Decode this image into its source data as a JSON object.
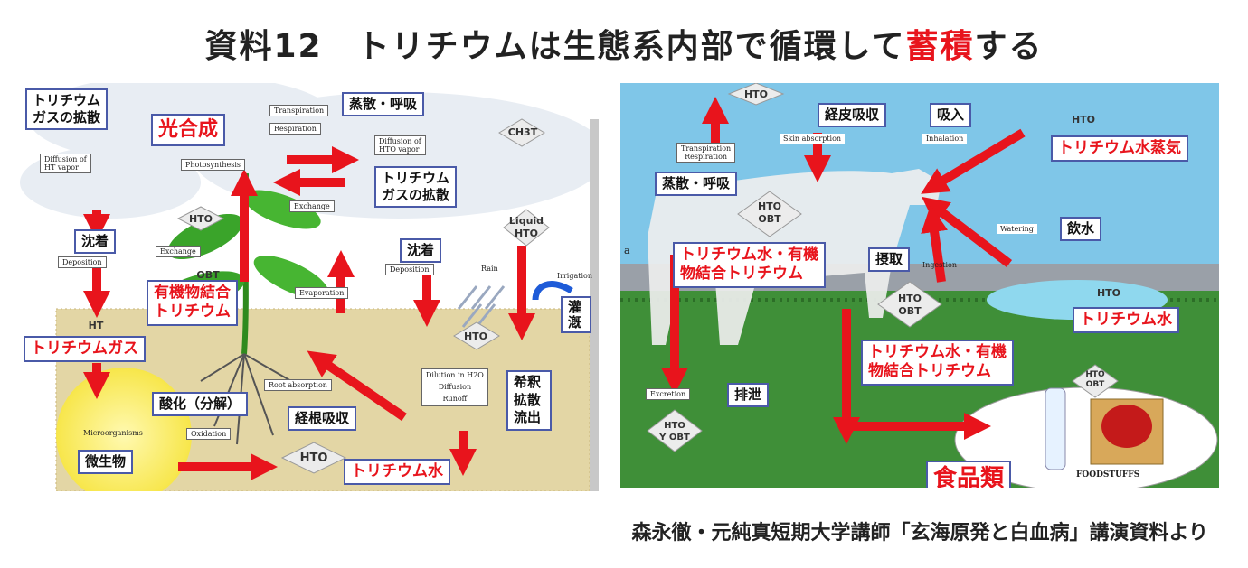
{
  "title": {
    "main": "資料12　トリチウムは生態系内部で循環して",
    "accent": "蓄積",
    "tail": "する"
  },
  "credit": "森永徹・元純真短期大学講師「玄海原発と白血病」講演資料より",
  "left": {
    "gas_diffusion_jp": "トリチウム\nガスの拡散",
    "gas_diffusion_en": "Diffusion of\nHT vapor",
    "photosynthesis_jp": "光合成",
    "photosynthesis_en": "Photosynthesis",
    "transpiration_en": "Transpiration",
    "respiration_en": "Respiration",
    "transpiration_jp": "蒸散・呼吸",
    "hto_diffusion_en": "Diffusion of\nHTO vapor",
    "hto_diffusion_jp": "トリチウム\nガスの拡散",
    "exchange_en": "Exchange",
    "ch3t": "CH3T",
    "hto_1": "HTO",
    "exchange_small": "Exchange",
    "obt": "OBT",
    "deposition_jp_1": "沈着",
    "deposition_en_1": "Deposition",
    "deposition_jp_2": "沈着",
    "deposition_en_2": "Deposition",
    "liquid_hto": "Liquid\nHTO",
    "rain": "Rain",
    "irrigation_en": "Irrigation",
    "irrigation_jp": "灌漑",
    "evaporation_en": "Evaporation",
    "organic_jp": "有機物結合\nトリチウム",
    "ht": "HT",
    "tritium_gas_jp": "トリチウムガス",
    "hto_2": "HTO",
    "dilution_en": "Dilution in H2O\nDiffusion\nRunoff",
    "dilution_jp": "希釈\n拡散\n流出",
    "root_absorption_en": "Root absorption",
    "root_absorption_jp": "経根吸収",
    "oxidation_jp": "酸化（分解）",
    "oxidation_en": "Oxidation",
    "microorganisms_en": "Microorganisms",
    "microorganisms_jp": "微生物",
    "hto_3": "HTO",
    "tritiated_water_jp": "トリチウム水"
  },
  "right": {
    "hto_top": "HTO",
    "transpiration_en": "Transpiration\nRespiration",
    "transpiration_jp": "蒸散・呼吸",
    "skin_jp": "経皮吸収",
    "skin_en": "Skin absorption",
    "inhalation_jp": "吸入",
    "inhalation_en": "Inhalation",
    "vapor_hto": "HTO",
    "vapor_jp": "トリチウム水蒸気",
    "cow_hto_obt": "HTO\nOBT",
    "watering_en": "Watering",
    "watering_jp": "飲水",
    "organic_jp_1": "トリチウム水・有機\n物結合トリチウム",
    "ingestion_jp": "摂取",
    "ingestion_en": "Ingestion",
    "hto_obt_2": "HTO\nOBT",
    "water_hto": "HTO",
    "water_jp": "トリチウム水",
    "organic_jp_2": "トリチウム水・有機\n物結合トリチウム",
    "excretion_en": "Excretion",
    "excretion_jp": "排泄",
    "hto_obt_3": "HTO\nY OBT",
    "food_hto": "HTO\nOBT",
    "foodstuffs_jp": "食品類",
    "foodstuffs_en": "FOODSTUFFS",
    "side_letter": "a"
  }
}
